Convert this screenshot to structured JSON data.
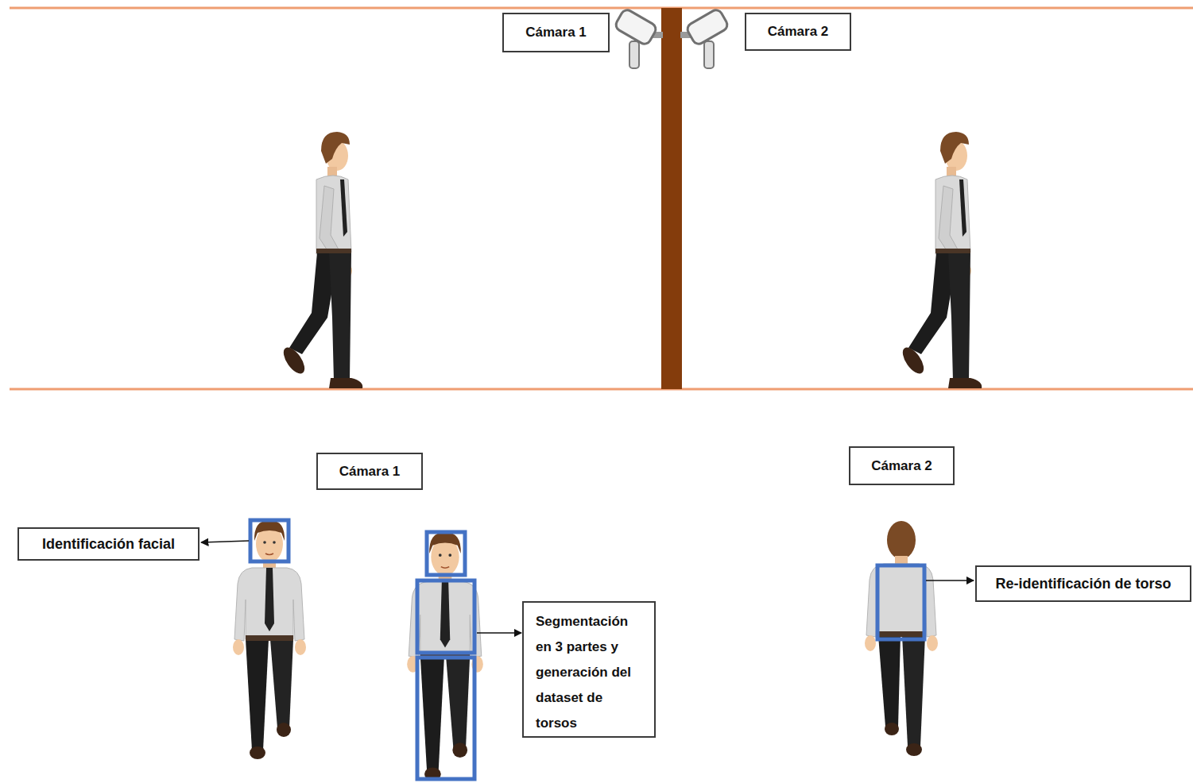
{
  "diagram": {
    "nodes": [
      {
        "text": [
          "Cámara 1"
        ]
      },
      {
        "text": [
          "Cámara 2"
        ]
      },
      {
        "text": [
          "Cámara 1"
        ]
      },
      {
        "text": [
          "Cámara 2"
        ]
      },
      {
        "text": [
          "Identificación facial"
        ]
      },
      {
        "text": [
          "Segmentación en 3 partes y generación del dataset de torsos"
        ]
      },
      {
        "text": [
          "Re-identificación de torso"
        ]
      }
    ]
  }
}
